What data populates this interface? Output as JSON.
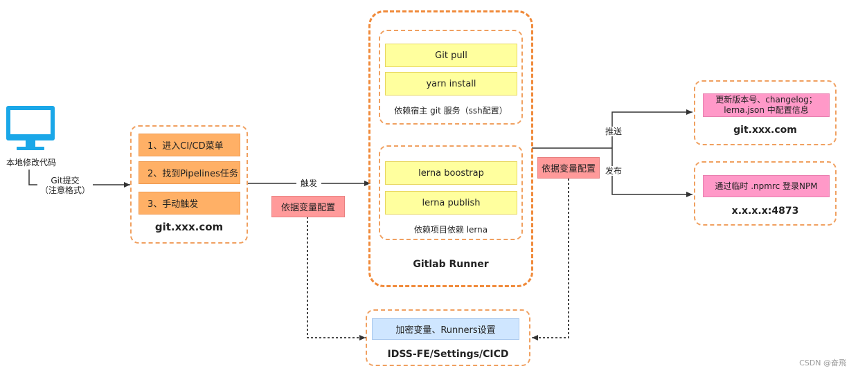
{
  "local": {
    "label": "本地修改代码",
    "commit_label_line1": "Git提交",
    "commit_label_line2": "（注意格式）"
  },
  "ci_box": {
    "steps": [
      "1、进入CI/CD菜单",
      "2、找到Pipelines任务",
      "3、手动触发"
    ],
    "caption": "git.xxx.com"
  },
  "trigger_label": "触发",
  "config_left": "依据变量配置",
  "runner": {
    "caption": "Gitlab Runner",
    "group1": {
      "steps": [
        "Git pull",
        "yarn install"
      ],
      "caption": "依赖宿主 git 服务（ssh配置）"
    },
    "group2": {
      "steps": [
        "lerna boostrap",
        "lerna publish"
      ],
      "caption": "依赖项目依赖 lerna"
    }
  },
  "config_right": "依据变量配置",
  "push_label": "推送",
  "publish_label": "发布",
  "git_target": {
    "note_line1": "更新版本号、changelog；",
    "note_line2": "lerna.json 中配置信息",
    "caption": "git.xxx.com"
  },
  "npm_target": {
    "note": "通过临时 .npmrc 登录NPM",
    "caption": "x.x.x.x:4873"
  },
  "settings": {
    "item": "加密变量、Runners设置",
    "caption": "IDSS-FE/Settings/CICD"
  },
  "watermark": "CSDN @奋飛",
  "colors": {
    "monitor": "#1aa7e8",
    "dash_orange": "#f08a3a",
    "step_orange": "#ffb066",
    "step_yellow": "#ffff9e",
    "note_pink": "#ff99c8",
    "config_salmon": "#ff9a9a",
    "settings_blue": "#cfe6ff"
  }
}
